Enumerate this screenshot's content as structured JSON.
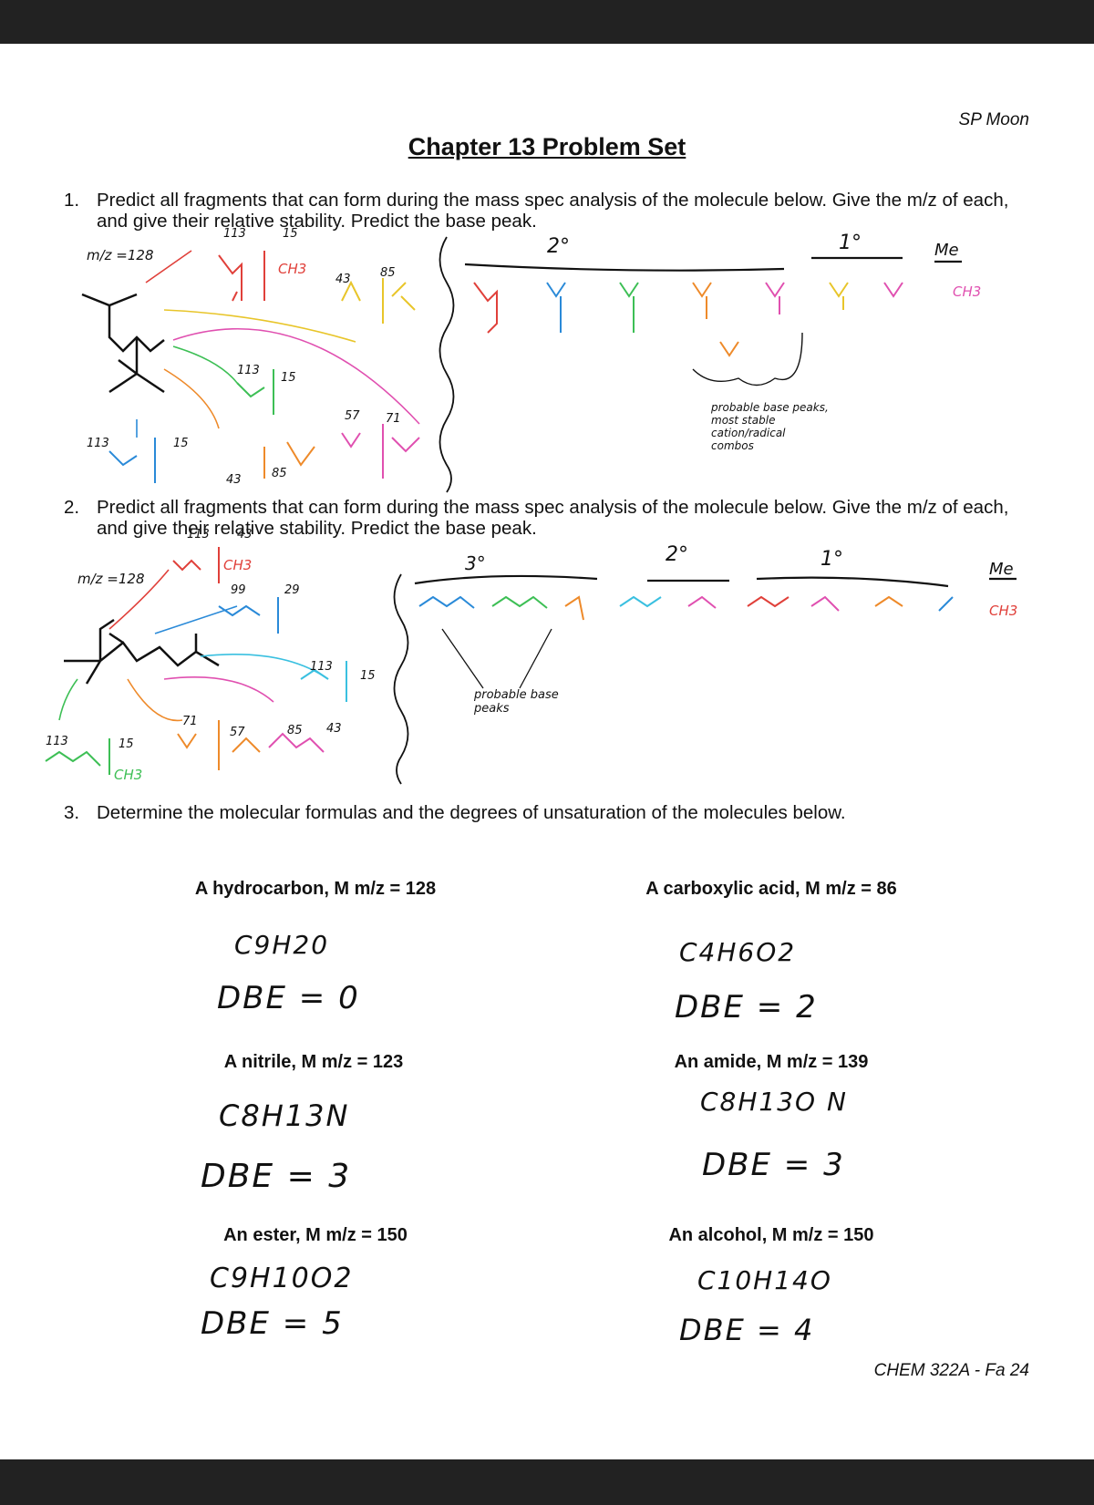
{
  "header": {
    "author": "SP Moon",
    "title": "Chapter 13 Problem Set"
  },
  "problems": [
    {
      "number": "1.",
      "text": "Predict all fragments that can form during the mass spec analysis of the molecule below. Give the m/z of each, and give their relative stability. Predict the base peak.",
      "annotations": {
        "parent": "m/z =128",
        "masses": [
          "113",
          "15",
          "43",
          "85",
          "113",
          "15",
          "57",
          "71",
          "113",
          "15",
          "43",
          "85"
        ],
        "classes": [
          "2°",
          "1°",
          "Me"
        ],
        "fragment_methyl": "CH3",
        "note": "probable base peaks, most stable cation/radical combos"
      }
    },
    {
      "number": "2.",
      "text": "Predict all fragments that can form during the mass spec analysis of the molecule below. Give the m/z of each, and give their relative stability. Predict the base peak.",
      "annotations": {
        "parent": "m/z =128",
        "masses": [
          "113",
          "43",
          "99",
          "29",
          "113",
          "15",
          "71",
          "57",
          "85",
          "43",
          "113",
          "15"
        ],
        "classes": [
          "3°",
          "2°",
          "1°",
          "Me"
        ],
        "fragment_methyl": "CH3",
        "note": "probable base peaks"
      }
    },
    {
      "number": "3.",
      "text": "Determine the molecular formulas and the degrees of unsaturation of the molecules below."
    }
  ],
  "compounds": [
    {
      "label": "A hydrocarbon, M m/z = 128",
      "formula": "C9H20",
      "dbe": "DBE = 0"
    },
    {
      "label": "A carboxylic acid, M m/z = 86",
      "formula": "C4H6O2",
      "dbe": "DBE = 2"
    },
    {
      "label": "A nitrile, M m/z = 123",
      "formula": "C8H13N",
      "dbe": "DBE = 3"
    },
    {
      "label": "An amide, M m/z = 139",
      "formula": "C8H13O N",
      "dbe": "DBE = 3"
    },
    {
      "label": "An ester, M m/z = 150",
      "formula": "C9H10O2",
      "dbe": "DBE = 5"
    },
    {
      "label": "An alcohol, M m/z = 150",
      "formula": "C10H14O",
      "dbe": "DBE = 4"
    }
  ],
  "footer": {
    "course": "CHEM 322A - Fa 24"
  },
  "colors": {
    "red": "#e0403a",
    "orange": "#ee8a2a",
    "yellow": "#e8c52a",
    "green": "#3dbf55",
    "cyan": "#3ac0e0",
    "blue": "#2a8ad8",
    "pink": "#e050b0",
    "black": "#111111"
  }
}
